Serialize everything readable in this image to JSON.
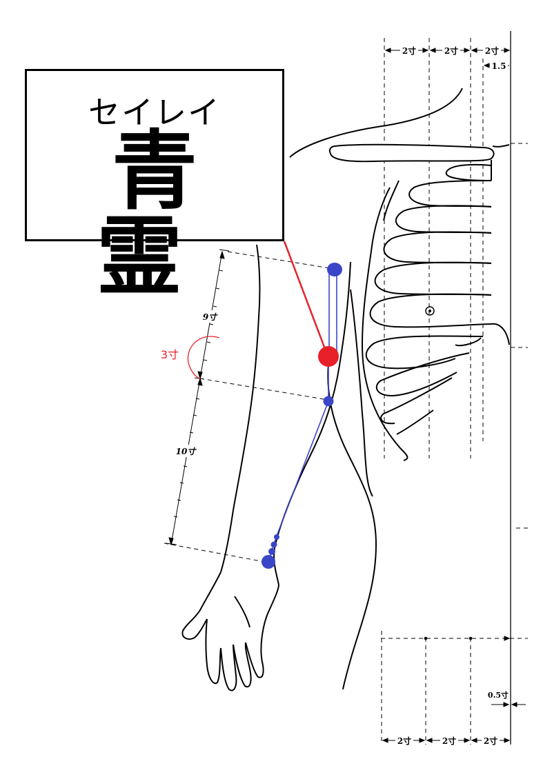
{
  "point": {
    "reading": "セイレイ",
    "name": "青霊",
    "highlight_color": "#e8202a",
    "meridian_color": "#3b45c8"
  },
  "measure": {
    "upper_arm": "9寸",
    "forearm": "10寸",
    "point_offset": "3寸"
  },
  "top_grid": {
    "col1": "2寸",
    "col2": "2寸",
    "col3": "2寸",
    "inner": "1.5"
  },
  "bottom_grid": {
    "col1": "2寸",
    "col2": "2寸",
    "col3": "2寸",
    "offset": "0.5寸"
  }
}
